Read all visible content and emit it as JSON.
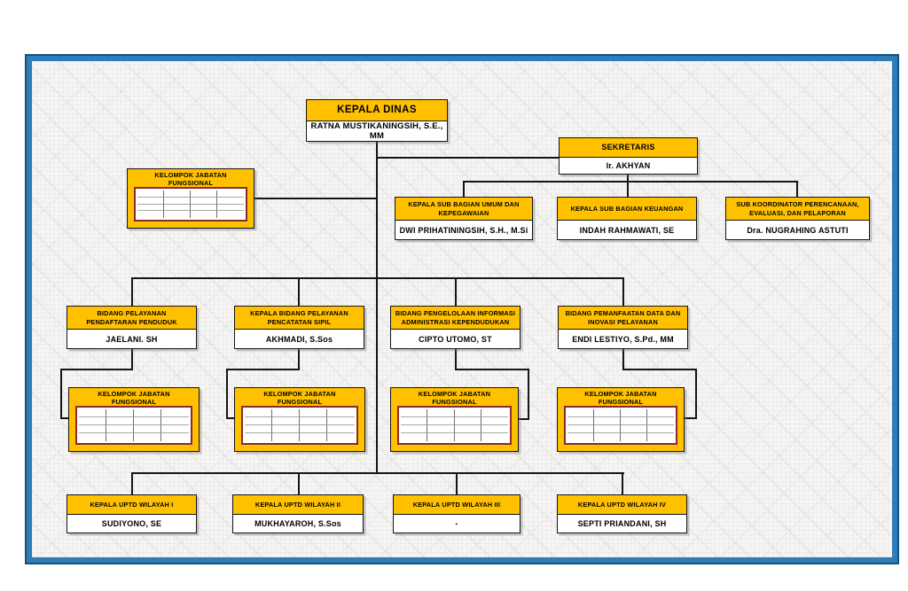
{
  "labels": {
    "functional_group": "KELOMPOK JABATAN FUNGSIONAL"
  },
  "boxes": {
    "kepala_dinas": {
      "title": "KEPALA DINAS",
      "name": "RATNA MUSTIKANINGSIH, S.E., MM"
    },
    "sekretaris": {
      "title": "SEKRETARIS",
      "name": "Ir. AKHYAN"
    },
    "sub_umum": {
      "title": "KEPALA SUB BAGIAN UMUM DAN KEPEGAWAIAN",
      "name": "DWI PRIHATININGSIH, S.H., M.Si"
    },
    "sub_keuangan": {
      "title": "KEPALA SUB BAGIAN KEUANGAN",
      "name": "INDAH RAHMAWATI, SE"
    },
    "sub_perencanaan": {
      "title": "SUB KOORDINATOR PERENCANAAN, EVALUASI, DAN PELAPORAN",
      "name": "Dra. NUGRAHING ASTUTI"
    },
    "bidang_pendaftaran": {
      "title": "BIDANG PELAYANAN PENDAFTARAN PENDUDUK",
      "name": "JAELANI. SH"
    },
    "bidang_pencatatan": {
      "title": "KEPALA BIDANG PELAYANAN PENCATATAN SIPIL",
      "name": "AKHMADI, S.Sos"
    },
    "bidang_pengelolaan": {
      "title": "BIDANG PENGELOLAAN INFORMASI ADMINISTRASI KEPENDUDUKAN",
      "name": "CIPTO UTOMO, ST"
    },
    "bidang_pemanfaatan": {
      "title": "BIDANG PEMANFAATAN DATA DAN INOVASI PELAYANAN",
      "name": "ENDI LESTIYO, S.Pd., MM"
    },
    "uptd_1": {
      "title": "KEPALA UPTD WILAYAH I",
      "name": "SUDIYONO, SE"
    },
    "uptd_2": {
      "title": "KEPALA UPTD WILAYAH II",
      "name": "MUKHAYAROH, S.Sos"
    },
    "uptd_3": {
      "title": "KEPALA UPTD WILAYAH III",
      "name": "-"
    },
    "uptd_4": {
      "title": "KEPALA UPTD WILAYAH IV",
      "name": "SEPTI PRIANDANI, SH"
    }
  },
  "colors": {
    "box_header_yellow": "#FFC000",
    "frame_blue": "#2E7CB8",
    "frame_blue_dark": "#14527E",
    "table_border_maroon": "#8B2A2A",
    "line_black": "#151515"
  }
}
